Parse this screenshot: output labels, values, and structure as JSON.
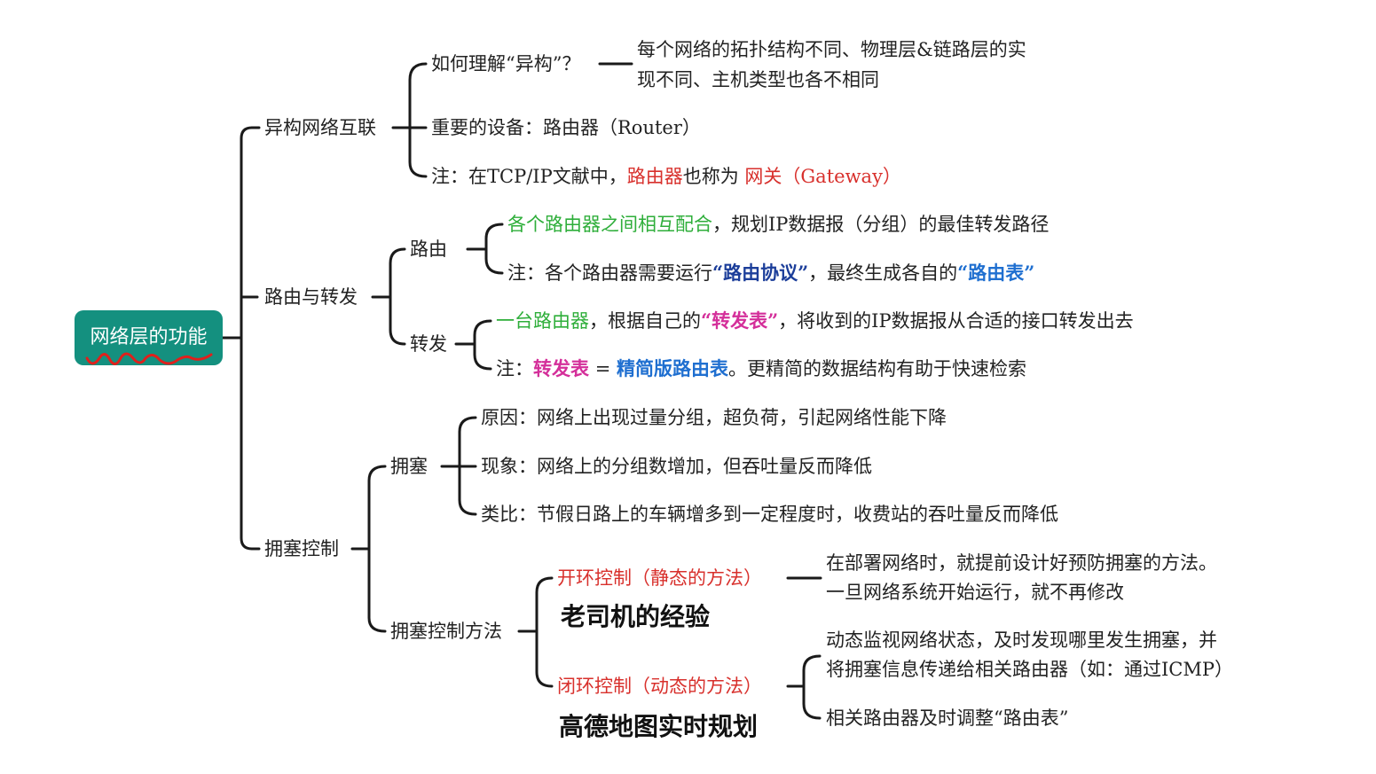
{
  "root": {
    "label": "网络层的功能"
  },
  "branches": {
    "hetero": {
      "label": "异构网络互联",
      "q": "如何理解“异构”？",
      "q_answer_1": "每个网络的拓扑结构不同、物理层&链路层的实",
      "q_answer_2": "现不同、主机类型也各不相同",
      "device": "重要的设备：路由器（Router）",
      "note_prefix": "注：在TCP/IP文献中，",
      "note_router": "路由器",
      "note_mid": "也称为",
      "note_gateway": "网关（Gateway）"
    },
    "route_forward": {
      "label": "路由与转发",
      "routing": {
        "label": "路由",
        "item1_green": "各个路由器之间相互配合",
        "item1_rest": "，规划IP数据报（分组）的最佳转发路径",
        "item2_prefix": "注：各个路由器需要运行",
        "item2_protocol": "“路由协议”",
        "item2_mid": "，最终生成各自的",
        "item2_table": "“路由表”"
      },
      "forwarding": {
        "label": "转发",
        "item1_green": "一台路由器",
        "item1_mid": "，根据自己的",
        "item1_table": "“转发表”",
        "item1_rest": "，将收到的IP数据报从合适的接口转发出去",
        "item2_prefix": "注：",
        "item2_fwd": "转发表",
        "item2_eq": "=",
        "item2_simple": "精简版路由表",
        "item2_rest": "。更精简的数据结构有助于快速检索"
      }
    },
    "congestion": {
      "label": "拥塞控制",
      "congest": {
        "label": "拥塞",
        "cause": "原因：网络上出现过量分组，超负荷，引起网络性能下降",
        "phenomenon": "现象：网络上的分组数增加，但吞吐量反而降低",
        "analogy": "类比：节假日路上的车辆增多到一定程度时，收费站的吞吐量反而降低"
      },
      "methods": {
        "label": "拥塞控制方法",
        "open_loop": "开环控制（静态的方法）",
        "open_desc_1": "在部署网络时，就提前设计好预防拥塞的方法。",
        "open_desc_2": "一旦网络系统开始运行，就不再修改",
        "open_note": "老司机的经验",
        "closed_loop": "闭环控制（动态的方法）",
        "closed_desc_1a": "动态监视网络状态，及时发现哪里发生拥塞，并",
        "closed_desc_1b": "将拥塞信息传递给相关路由器（如：通过ICMP）",
        "closed_desc_2": "相关路由器及时调整“路由表”",
        "closed_note": "高德地图实时规划"
      }
    }
  },
  "colors": {
    "root_bg": "#14907f",
    "emphasis_red": "#d8302c",
    "green": "#2eae3a",
    "blue": "#1f6fd0",
    "pink": "#d42f9a",
    "line": "#1a1a1a"
  }
}
